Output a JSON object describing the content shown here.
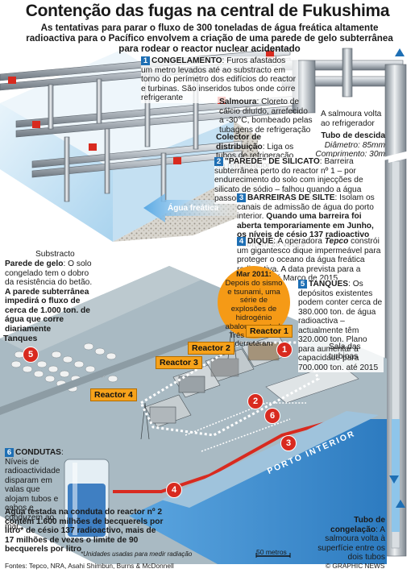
{
  "title": "Contenção das fugas na central de Fukushima",
  "subtitle": "As tentativas para parar o fluxo de 300 toneladas de água freática altamente radioactiva para o Pacífico envolvem a criação de uma parede de gelo subterrânea para rodear o reactor nuclear acidentado",
  "item1": {
    "num": "1",
    "heading": "CONGELAMENTO",
    "text": ": Furos afastados um metro levados até ao substracto em torno do perímetro dos edifícios do reactor e turbinas. São inseridos tubos onde corre refrigerante"
  },
  "salmoura": {
    "heading": "Salmoura",
    "text": ": Cloreto de cálcio diluído, arrefecido a -30°C, bombeado pelas tubagens de refrigeração"
  },
  "colector": {
    "heading": "Colector de distribuição",
    "text": ": Liga os tubos de refrigeração ao refrigerador"
  },
  "salmoura_volta": "A salmoura volta ao refrigerador",
  "tubo_descida": {
    "heading": "Tubo de descida",
    "diametro": "Diâmetro: 85mm",
    "comprimento": "Comprimento: 30m"
  },
  "item2": {
    "num": "2",
    "heading": "\"PAREDE\" DE SILICATO",
    "text": ": Barreira subterrânea perto do reactor nº 1 – por endurecimento do solo com injecções de silicato de sódio – falhou quando a água passou por cima da parede"
  },
  "item3": {
    "num": "3",
    "heading": "BARREIRAS DE SILTE",
    "text": ": Isolam os canais de admissão de água do porto interior.",
    "bold": "Quando uma barreira foi aberta temporariamente em Junho, os níveis de césio 137 radioactivo subiram 20 vezes"
  },
  "item4": {
    "num": "4",
    "heading": "DIQUE",
    "text_a": ": A operadora ",
    "tepco": "Tepco",
    "text_b": " constrói um gigantesco dique impermeável para proteger o oceano da água freática radioactiva. A data prevista para a conclusão é Março de 2015"
  },
  "item5": {
    "num": "5",
    "heading": "TANQUES",
    "text": ": Os depósitos existentes podem conter cerca de 380.000 ton. de água radioactiva – actualmente têm 320.000 ton. Plano para aumentar a capacidade para 700.000 ton. até 2015"
  },
  "agua_freatica": "Água freática",
  "substracto": "Substracto",
  "parede_gelo": {
    "heading": "Parede de gelo",
    "text": ": O solo congelado tem o dobro da resistência do betão.",
    "bold": "A parede subterrânea impedirá o fluxo de cerca de 1.000 ton. de água que corre diariamente"
  },
  "tanques_label": "Tanques",
  "mar2011": {
    "heading": "Mar 2011:",
    "text": "Depois do sismo e tsunami, uma série de explosões de hidrogénio abalou a central. Três reactores derreteram"
  },
  "reactors": [
    "Reactor 1",
    "Reactor 2",
    "Reactor 3",
    "Reactor 4"
  ],
  "sala_turbinas": "Sala das turbinas",
  "porto_interior": "PORTO INTERIOR",
  "item6": {
    "num": "6",
    "heading": "CONDUTAS",
    "text": ": Níveis de radioactividade disparam em valas que alojam tubos e cabos e conduzem ao mar.",
    "bold": "Água testada na conduta do reactor nº 2 contém 1.600 milhões de becquerels por litro* de césio 137 radioactivo, mais de 17 milhões de vezes o limite de 90 becquerels por litro",
    "footnote": "*Unidades usadas para medir radiação"
  },
  "tubo_congelacao": {
    "heading": "Tubo de congelação",
    "text": ": A salmoura volta à superfície entre os dois tubos"
  },
  "scale": "50 metros",
  "sources": "Fontes: Tepco, NRA, Asahi Shimbun, Burns & McDonnell",
  "brand": "© GRAPHIC NEWS",
  "colors": {
    "accent_blue": "#1e6fb4",
    "marker_red": "#d82a1f",
    "reactor_orange": "#f6a21b",
    "sea": "#3f8fd0",
    "ground": "#a7b8c0"
  }
}
